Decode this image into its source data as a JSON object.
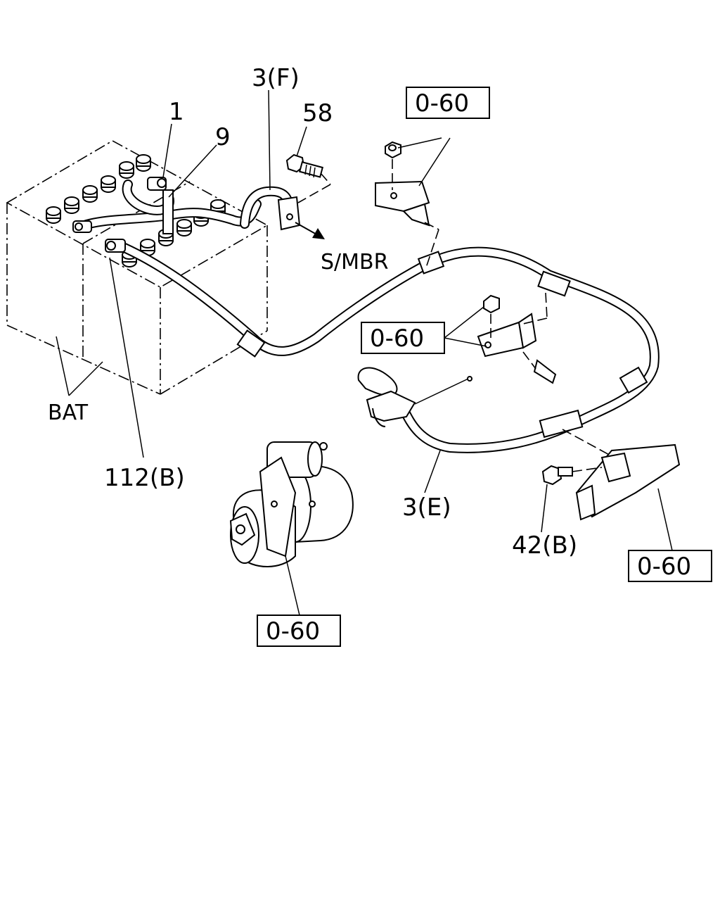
{
  "callouts": {
    "part_1": "1",
    "part_9": "9",
    "part_3f": "3(F)",
    "part_58": "58",
    "part_112b": "112(B)",
    "part_3e": "3(E)",
    "part_42b": "42(B)",
    "bat": "BAT",
    "smbr": "S/MBR"
  },
  "references": {
    "ref_top": "0-60",
    "ref_mid": "0-60",
    "ref_right": "0-60",
    "ref_starter": "0-60"
  }
}
